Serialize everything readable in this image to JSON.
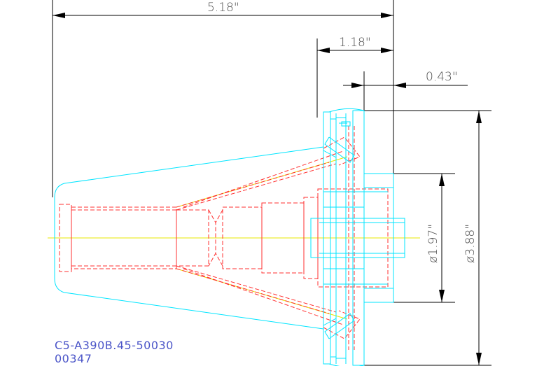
{
  "dimensions": {
    "overall_length": "5.18\"",
    "flange_length": "1.18\"",
    "flange_offset": "0.43\"",
    "pilot_diameter": "ø1.97\"",
    "flange_diameter": "ø3.88\""
  },
  "part": {
    "part_number": "C5-A390B.45-50030",
    "drawing_number": "00347"
  },
  "colors": {
    "outline": "#00e5ff",
    "hidden_lines": "#ff3030",
    "centerline": "#e8e800",
    "dimension_lines": "#000000",
    "label_text": "#4b55c8"
  }
}
